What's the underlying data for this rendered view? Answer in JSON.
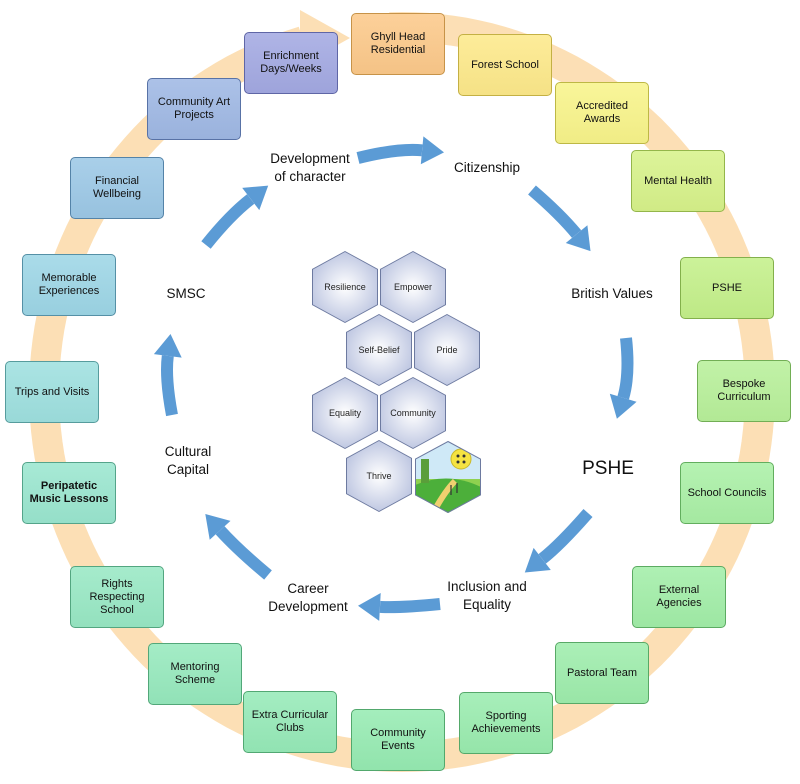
{
  "outer_boxes": [
    {
      "label": "Ghyll Head Residential",
      "color": "#fcc98a",
      "border": "#c79348"
    },
    {
      "label": "Forest School",
      "color": "#fde98a",
      "border": "#c4b044"
    },
    {
      "label": "Accredited Awards",
      "color": "#f8f48a",
      "border": "#bdb845"
    },
    {
      "label": "Mental Health",
      "color": "#d7f28a",
      "border": "#94b64a"
    },
    {
      "label": "PSHE",
      "color": "#c4f08a",
      "border": "#83b04b"
    },
    {
      "label": "Bespoke Curriculum",
      "color": "#b8f09a",
      "border": "#72ae55"
    },
    {
      "label": "School Councils",
      "color": "#aaf0a6",
      "border": "#62ae5e"
    },
    {
      "label": "External Agencies",
      "color": "#a2eea8",
      "border": "#5cab62"
    },
    {
      "label": "Pastoral Team",
      "color": "#9eedac",
      "border": "#58a966"
    },
    {
      "label": "Sporting Achievements",
      "color": "#9aecaf",
      "border": "#55a96a"
    },
    {
      "label": "Community Events",
      "color": "#96ebb2",
      "border": "#52a86d"
    },
    {
      "label": "Extra Curricular Clubs",
      "color": "#96eab8",
      "border": "#52a873"
    },
    {
      "label": "Mentoring Scheme",
      "color": "#96e9bd",
      "border": "#52a779"
    },
    {
      "label": "Rights Respecting School",
      "color": "#98e8c4",
      "border": "#53a680"
    },
    {
      "label": "Peripatetic Music Lessons",
      "color": "#9ae6cf",
      "border": "#54a48a",
      "bold": true
    },
    {
      "label": "Trips and Visits",
      "color": "#9ee0df",
      "border": "#569c9d"
    },
    {
      "label": "Memorable Experiences",
      "color": "#9dd6e6",
      "border": "#5590a6"
    },
    {
      "label": "Financial Wellbeing",
      "color": "#9cc8e6",
      "border": "#5483a8"
    },
    {
      "label": "Community Art Projects",
      "color": "#9fb8e4",
      "border": "#5872a6"
    },
    {
      "label": "Enrichment Days/Weeks",
      "color": "#a3a9e2",
      "border": "#5f66a6"
    }
  ],
  "inner_labels": [
    {
      "text": "Development of character",
      "lines": [
        "Development",
        "of character"
      ]
    },
    {
      "text": "Citizenship",
      "lines": [
        "Citizenship"
      ]
    },
    {
      "text": "British Values",
      "lines": [
        "British Values"
      ]
    },
    {
      "text": "PSHE",
      "lines": [
        "PSHE"
      ],
      "big": true
    },
    {
      "text": "Inclusion and Equality",
      "lines": [
        "Inclusion and",
        "Equality"
      ]
    },
    {
      "text": "Career Development",
      "lines": [
        "Career",
        "Development"
      ]
    },
    {
      "text": "Cultural Capital",
      "lines": [
        "Cultural",
        "Capital"
      ]
    },
    {
      "text": "SMSC",
      "lines": [
        "SMSC"
      ]
    }
  ],
  "hexagons": [
    "Resilience",
    "Empower",
    "Self-Belief",
    "Pride",
    "Equality",
    "Community",
    "Thrive"
  ],
  "colors": {
    "outer_ring": "#fbd9a8",
    "inner_arrow": "#5b9bd5",
    "hex_fill_center": "#ffffff",
    "hex_fill_edge": "#aab5d8"
  },
  "icons": [
    "ring-arrow-icon",
    "cycle-arrow-icon",
    "logo-hexagon-icon"
  ]
}
